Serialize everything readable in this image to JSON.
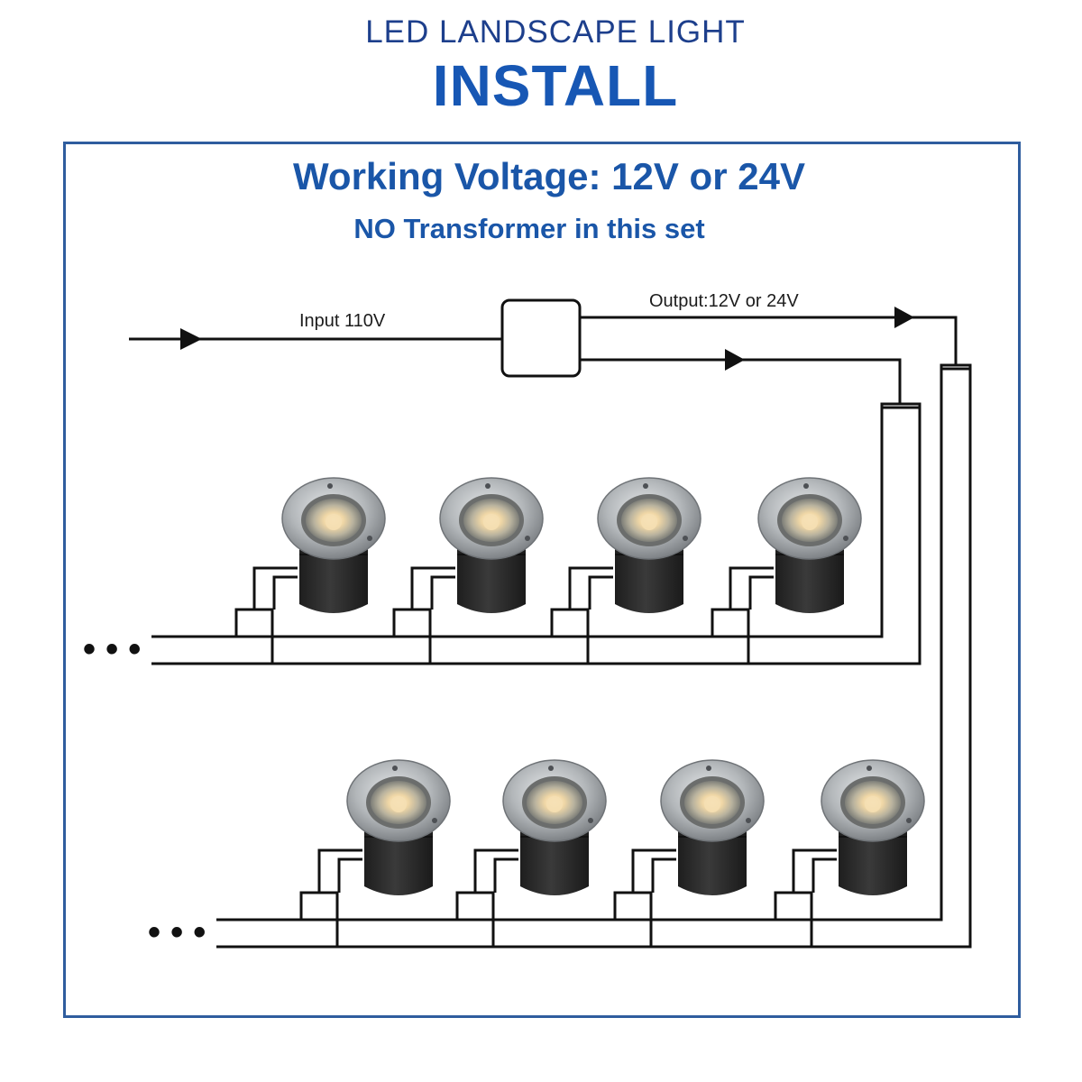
{
  "header": {
    "subtitle": "LED LANDSCAPE LIGHT",
    "title": "INSTALL"
  },
  "spec": {
    "voltage": "Working Voltage: 12V or 24V",
    "note": "NO Transformer in this set"
  },
  "wiring": {
    "input_label": "Input 110V",
    "output_label": "Output:12V or 24V",
    "continuation": "• • •"
  },
  "rows": [
    {
      "lights": 4
    },
    {
      "lights": 4
    }
  ],
  "colors": {
    "title_blue": "#1757b4",
    "frame_blue": "#2f5d9e",
    "wire": "#111111",
    "housing": "#2c2c2c",
    "steel_ring": "#b9bcbf",
    "led": "#f1d9a8"
  }
}
